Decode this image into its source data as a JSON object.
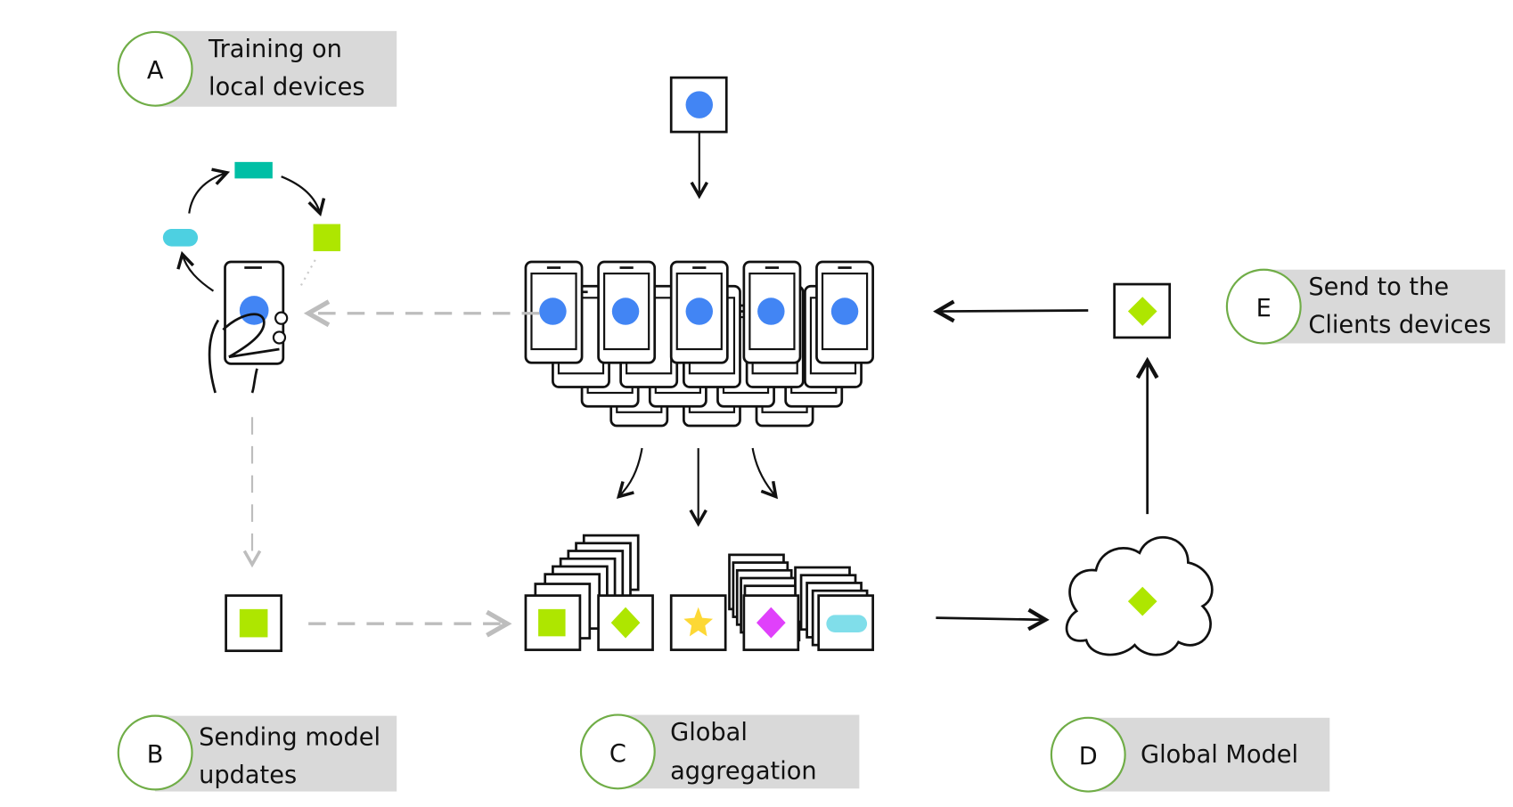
{
  "steps": {
    "a": {
      "letter": "A",
      "line1": "Training on",
      "line2": "local devices"
    },
    "b": {
      "letter": "B",
      "line1": "Sending model",
      "line2": "updates"
    },
    "c": {
      "letter": "C",
      "line1": "Global",
      "line2": "aggregation"
    },
    "d": {
      "letter": "D",
      "line1": "Global Model"
    },
    "e": {
      "letter": "E",
      "line1": "Send to the",
      "line2": "Clients devices"
    }
  },
  "colors": {
    "label_bg": "#d9d9d9",
    "circle_border": "#70ad47",
    "model_blue": "#4285f4",
    "update_green": "#aee600",
    "teal": "#00bfa5",
    "cyan": "#4dd0e1",
    "star_yellow": "#fdd835",
    "magenta": "#e040fb",
    "light_cyan": "#80deea",
    "dashed_gray": "#bdbdbd"
  }
}
